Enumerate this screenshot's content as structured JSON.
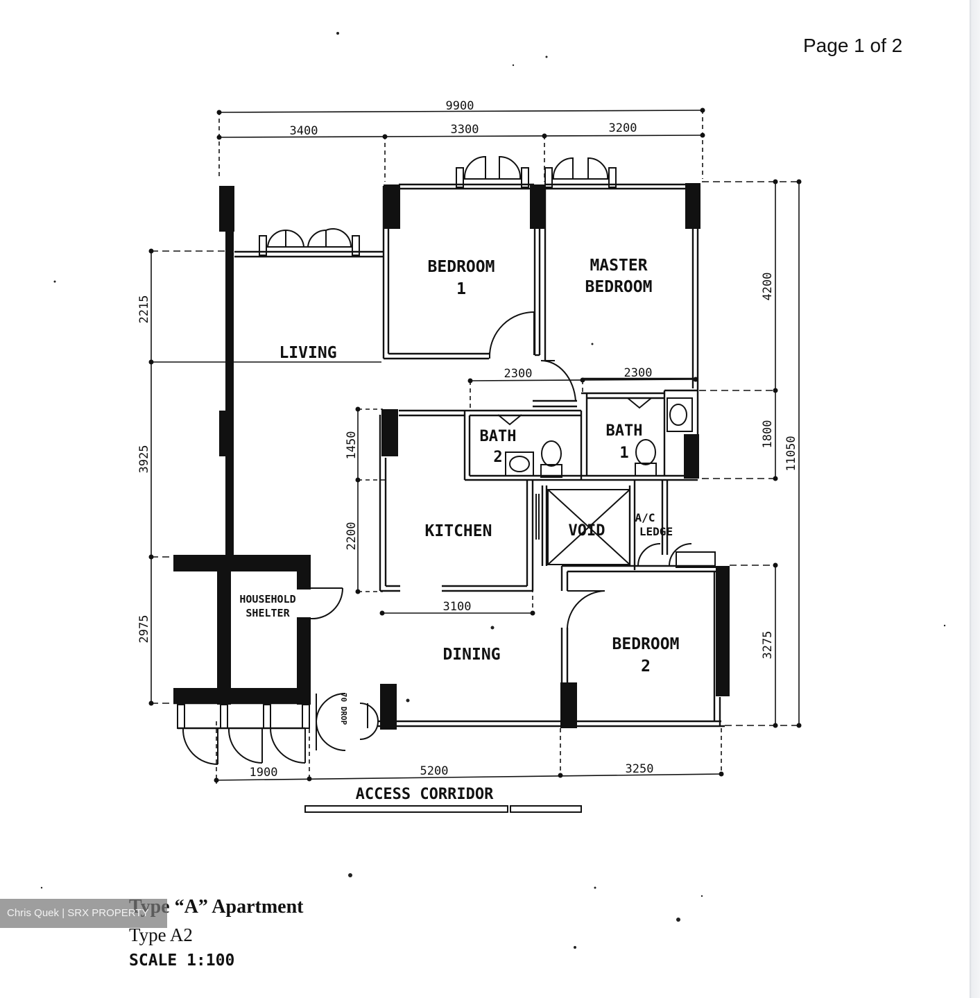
{
  "page_indicator": "Page 1 of 2",
  "rooms": {
    "bedroom1": [
      "BEDROOM",
      "1"
    ],
    "master_bedroom": [
      "MASTER",
      "BEDROOM"
    ],
    "living": "LIVING",
    "bath2": [
      "BATH",
      "2"
    ],
    "bath1": [
      "BATH",
      "1"
    ],
    "kitchen": "KITCHEN",
    "void": "VOID",
    "ac_ledge": [
      "A/C",
      "LEDGE"
    ],
    "household_shelter": [
      "HOUSEHOLD",
      "SHELTER"
    ],
    "dining": "DINING",
    "bedroom2": [
      "BEDROOM",
      "2"
    ],
    "access_corridor": "ACCESS CORRIDOR",
    "drop": "70 DROP"
  },
  "dimensions": {
    "top_total": "9900",
    "top_segments": [
      "3400",
      "3300",
      "3200"
    ],
    "left_segments": [
      "2215",
      "3925",
      "2975"
    ],
    "right_segments": [
      "4200",
      "1800",
      "3275"
    ],
    "right_total": "11050",
    "bath_widths": [
      "2300",
      "2300"
    ],
    "kitchen_heights": [
      "1450",
      "2200"
    ],
    "kitchen_width": "3100",
    "bottom_segments": [
      "1900",
      "5200",
      "3250"
    ]
  },
  "caption": {
    "title": "Type “A” Apartment",
    "subtitle": "Type A2",
    "scale": "SCALE  1:100"
  },
  "watermark": "Chris Quek | SRX PROPERTY"
}
